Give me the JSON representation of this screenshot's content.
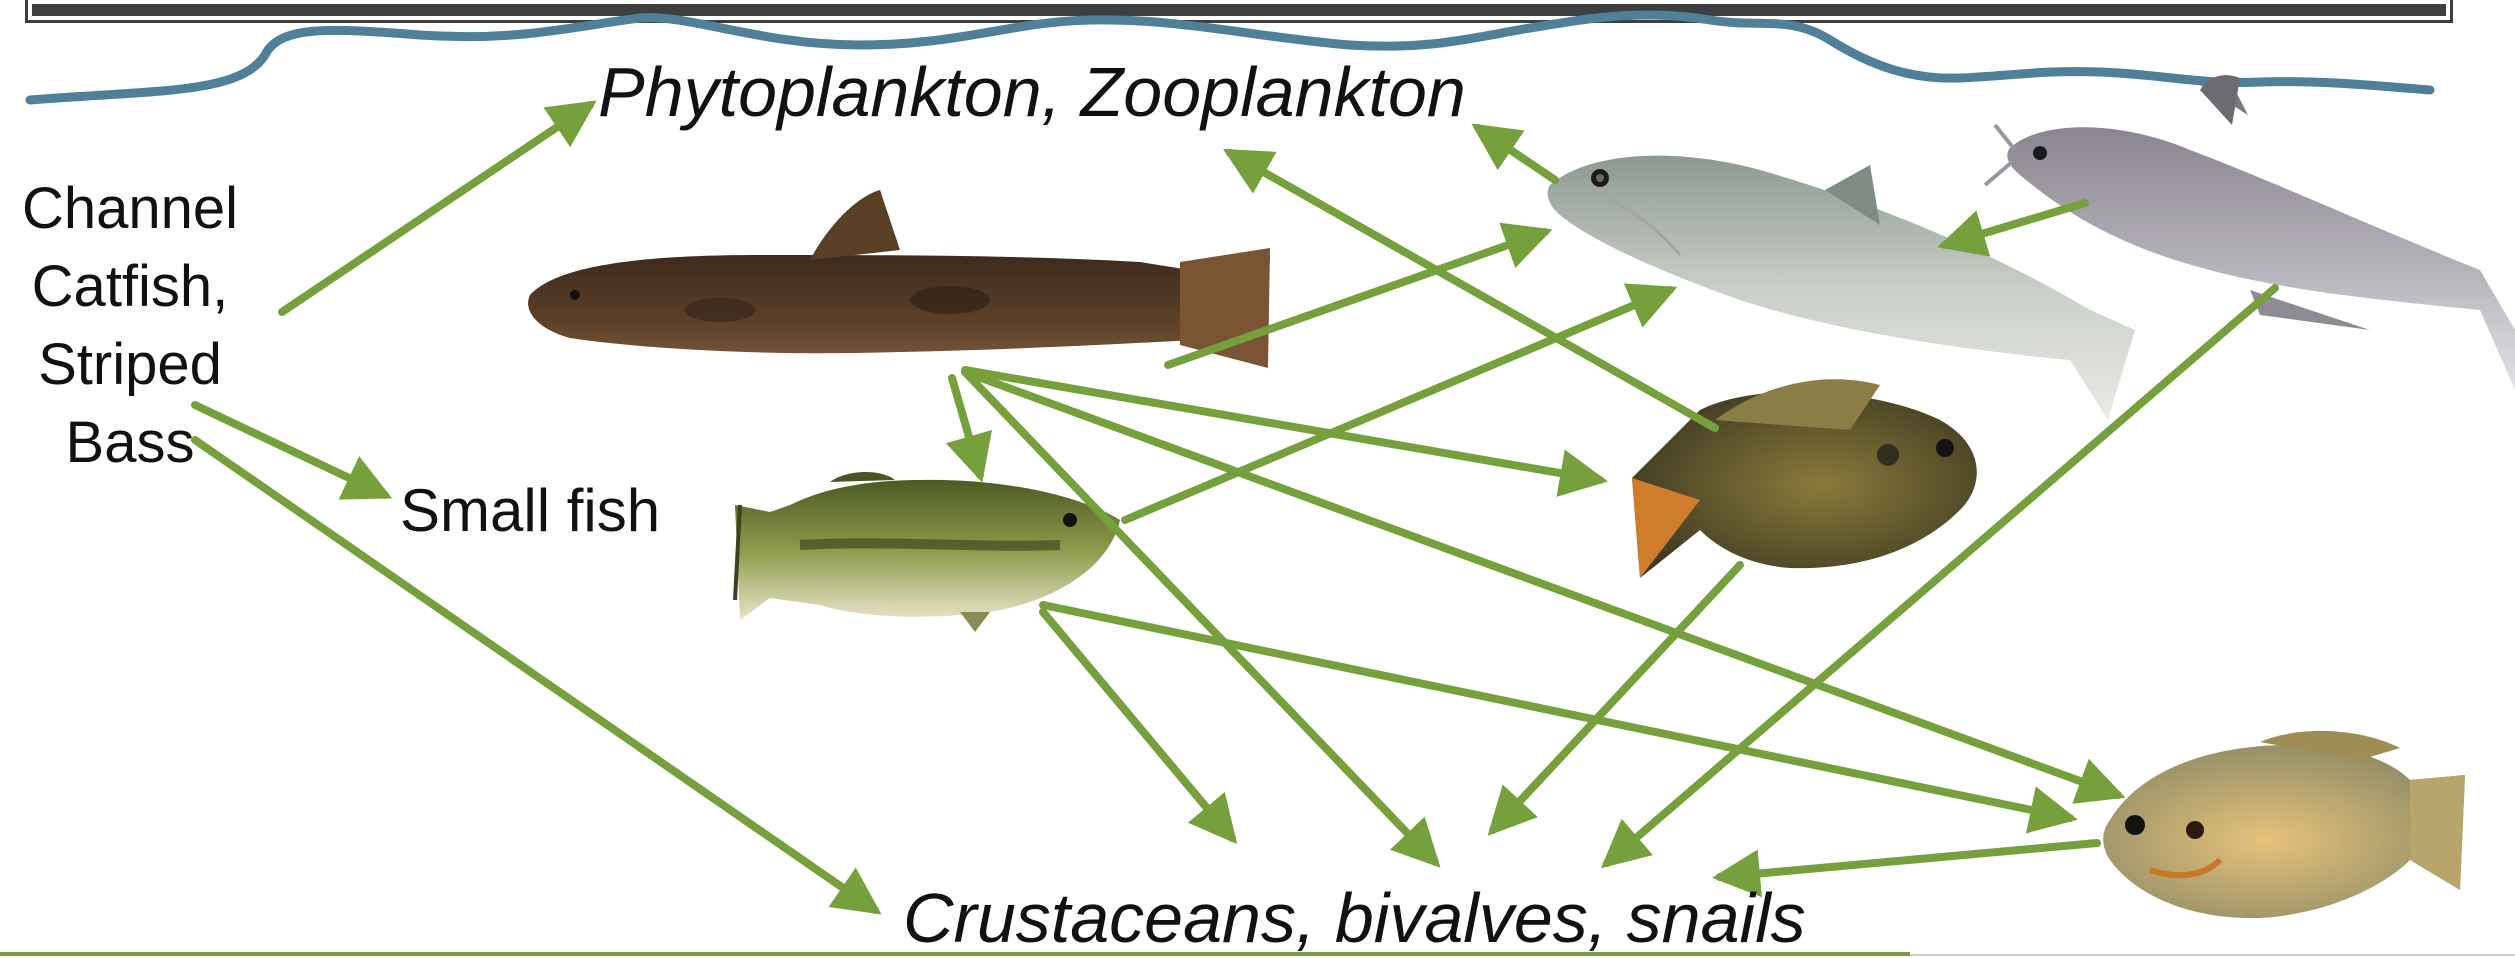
{
  "labels": {
    "plankton": "Phytoplankton, Zooplankton",
    "benthos": "Crustaceans, bivalves, snails",
    "predators": "Channel Catfish, Striped Bass",
    "small_fish": "Small fish"
  },
  "colors": {
    "water_line": "#4f7f99",
    "arrow": "#76a03c",
    "top_bar": "#3e3e3e"
  },
  "fish_icons": [
    "madtom-icon",
    "shad-icon",
    "catfish-icon",
    "largemouth-bass-icon",
    "green-sunfish-icon",
    "bluegill-icon"
  ]
}
